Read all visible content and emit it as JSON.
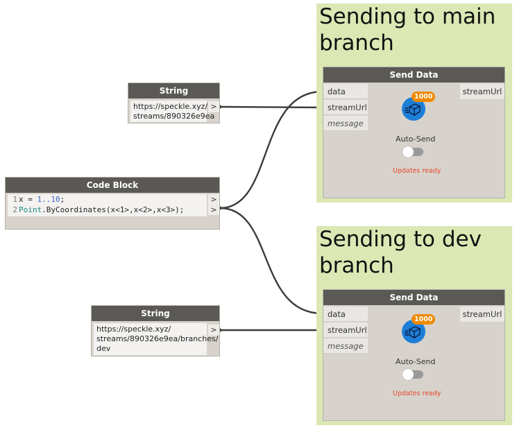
{
  "groups": [
    {
      "title_line1": "Sending to main",
      "title_line2": "branch"
    },
    {
      "title_line1": "Sending to dev",
      "title_line2": "branch"
    }
  ],
  "string_nodes": [
    {
      "title": "String",
      "value_line1": "https://speckle.xyz/",
      "value_line2": "streams/890326e9ea",
      "output": ">"
    },
    {
      "title": "String",
      "value_line1": "https://speckle.xyz/",
      "value_line2": "streams/890326e9ea/branches/",
      "value_line3": "dev",
      "output": ">"
    }
  ],
  "code_block": {
    "title": "Code Block",
    "lines": [
      {
        "num": "1",
        "text_a": "x = ",
        "num_a": "1..10",
        "text_b": ";"
      },
      {
        "num": "2",
        "cls": "Point",
        "text": ".ByCoordinates(x<1>,x<2>,x<3>);"
      }
    ],
    "outputs": [
      ">",
      ">"
    ]
  },
  "send_nodes": [
    {
      "title": "Send Data",
      "inputs": [
        "data",
        "streamUrl",
        "message"
      ],
      "output": "streamUrl",
      "badge": "1000",
      "autosend_label": "Auto-Send",
      "status": "Updates ready"
    },
    {
      "title": "Send Data",
      "inputs": [
        "data",
        "streamUrl",
        "message"
      ],
      "output": "streamUrl",
      "badge": "1000",
      "autosend_label": "Auto-Send",
      "status": "Updates ready"
    }
  ],
  "colors": {
    "group_bg": "#dce8b4",
    "node_header": "#5b5955",
    "send_icon": "#1e7fd8",
    "badge": "#f08a00",
    "status": "#e8482c"
  }
}
